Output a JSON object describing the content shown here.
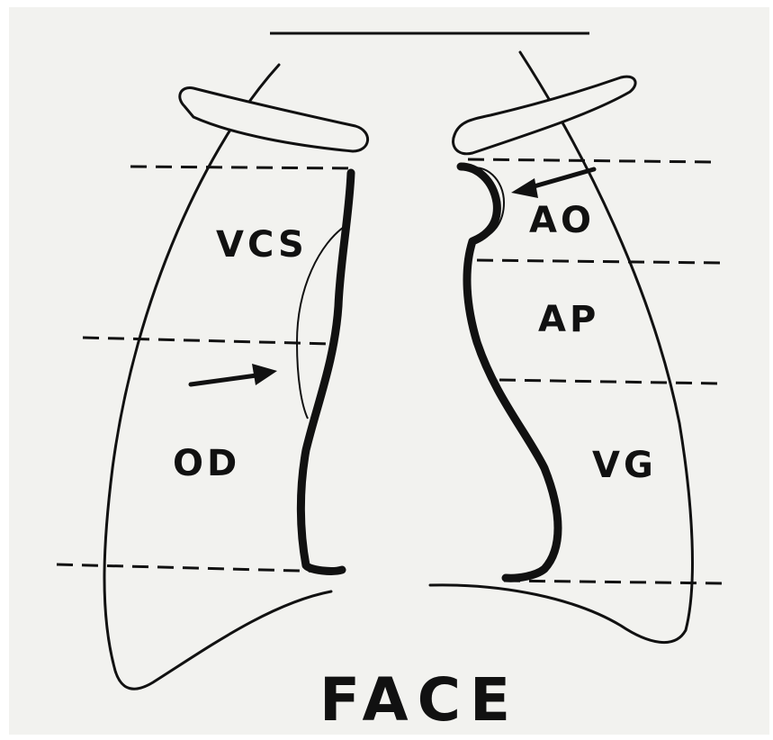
{
  "labels": {
    "vcs": "VCS",
    "od": "OD",
    "ao": "AO",
    "ap": "AP",
    "vg": "VG",
    "view": "FACE"
  },
  "colors": {
    "paper": "#f2f2ef",
    "ink": "#111111",
    "frame": "#ffffff"
  }
}
